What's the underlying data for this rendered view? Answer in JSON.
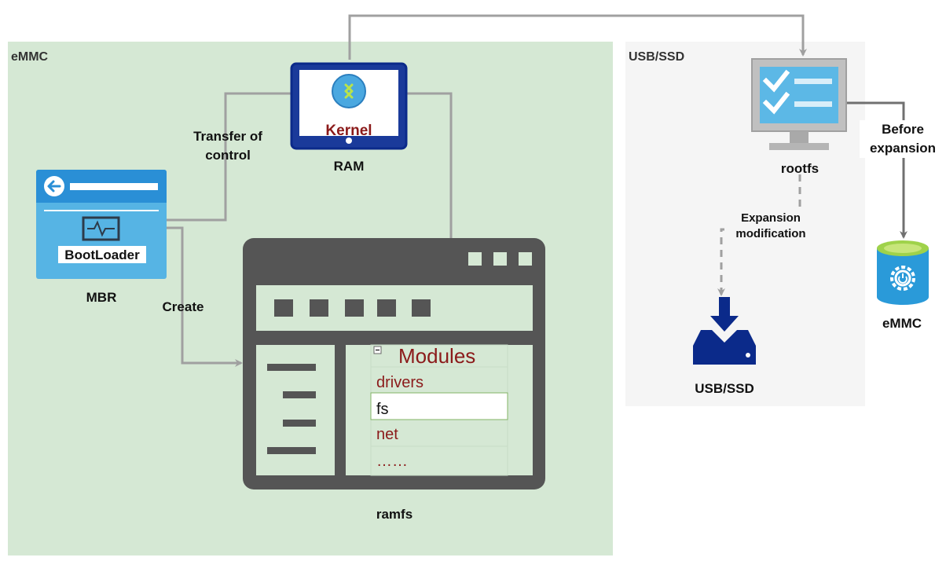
{
  "regions": {
    "emmc_left": "eMMC",
    "usb_ssd": "USB/SSD"
  },
  "nodes": {
    "bootloader_text": "BootLoader",
    "mbr": "MBR",
    "kernel": "Kernel",
    "ram": "RAM",
    "ramfs": "ramfs",
    "rootfs": "rootfs",
    "usb_ssd_drive": "USB/SSD",
    "emmc_right": "eMMC"
  },
  "edges": {
    "transfer_of_control": "Transfer of control",
    "create": "Create",
    "expansion_modification": "Expansion modification",
    "before_expansion": "Before expansion"
  },
  "ramfs_list": {
    "header": "Modules",
    "items": [
      "drivers",
      "fs",
      "net",
      "……"
    ]
  },
  "colors": {
    "emmc_region": "#d5e8d4",
    "usb_region": "#f5f5f5",
    "kernel_text": "#8b1a1a",
    "module_text": "#8b1a1a",
    "arrow": "#a0a0a0",
    "window_dark": "#555555",
    "navy": "#0b2a8a",
    "blue": "#4aa8e0"
  }
}
